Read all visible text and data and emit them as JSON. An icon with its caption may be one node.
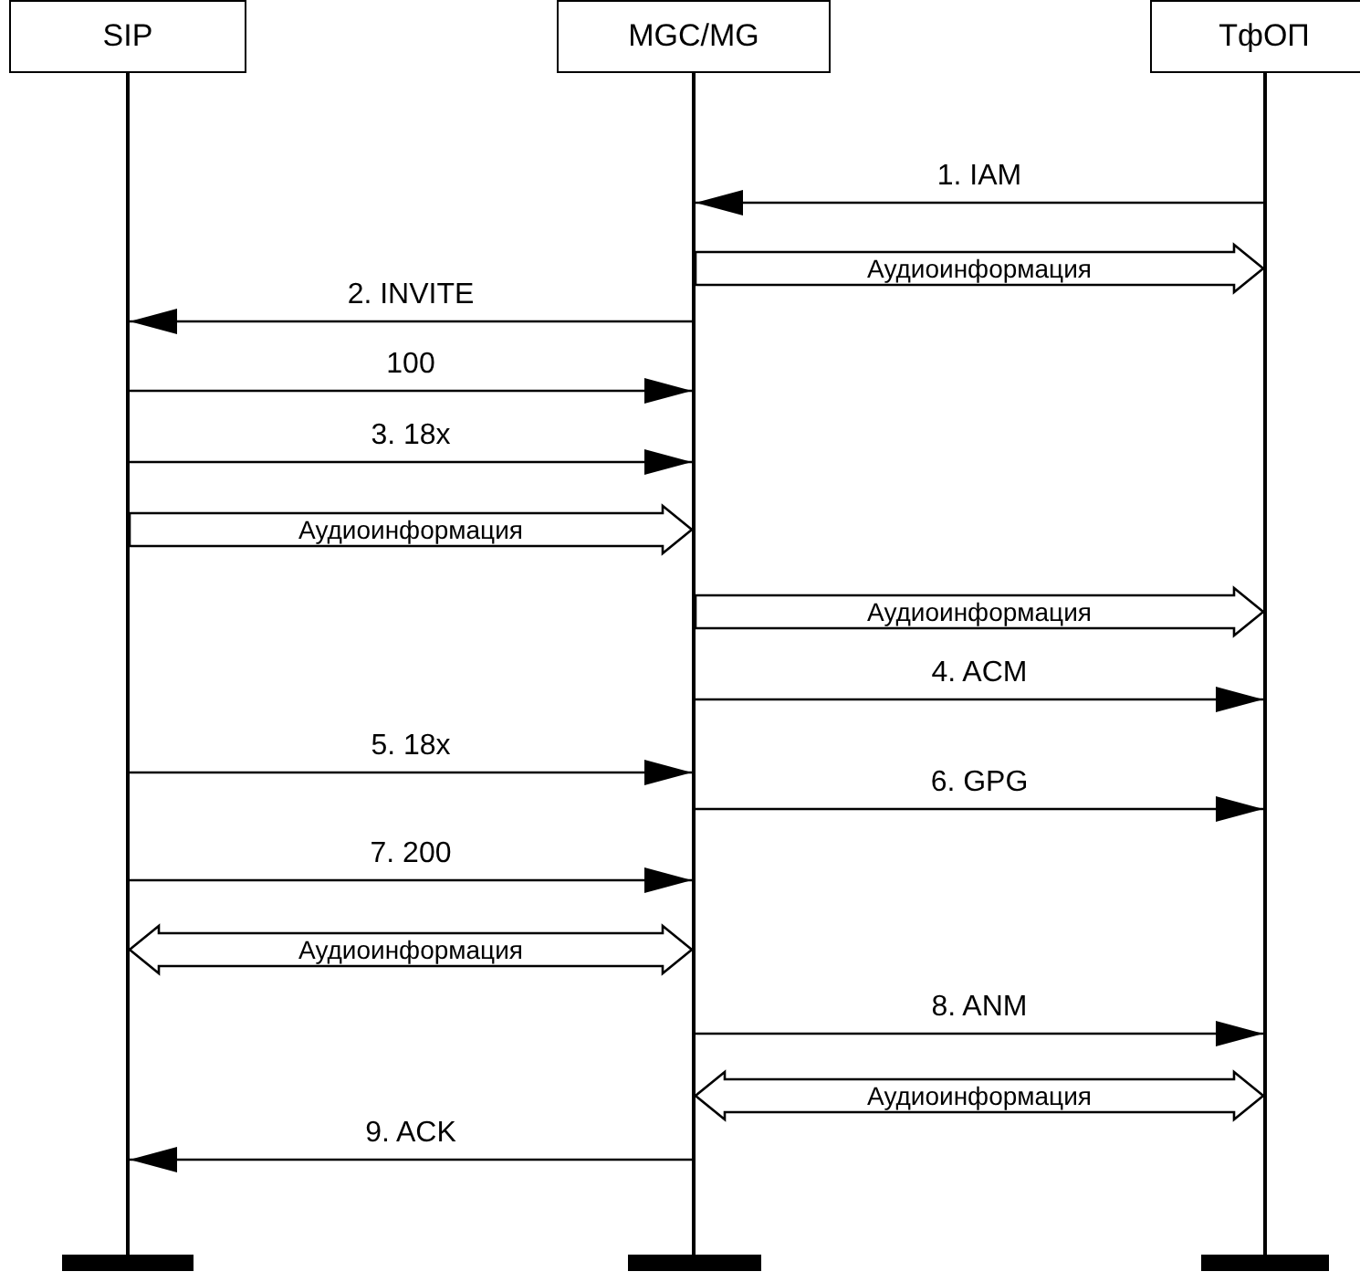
{
  "diagram": {
    "nodes": [
      {
        "text": [
          "SIP"
        ]
      },
      {
        "text": [
          "MGC/MG"
        ]
      },
      {
        "text": [
          "ТфОП"
        ]
      },
      {
        "text": [],
        "shape": "line"
      },
      {
        "text": [],
        "shape": "line"
      },
      {
        "text": [],
        "shape": "line"
      },
      {
        "text": [],
        "shape": "bar"
      },
      {
        "text": [],
        "shape": "bar"
      },
      {
        "text": [],
        "shape": "bar"
      }
    ],
    "edges": [
      {
        "from": 5,
        "to": 4,
        "arrow": "to",
        "label": "1. IAM"
      },
      {
        "from": 4,
        "to": 5,
        "arrow": "to",
        "label": "Аудиоинформация",
        "style": "thick"
      },
      {
        "from": 4,
        "to": 3,
        "arrow": "to",
        "label": "2. INVITE"
      },
      {
        "from": 3,
        "to": 4,
        "arrow": "to",
        "label": "100"
      },
      {
        "from": 3,
        "to": 4,
        "arrow": "to",
        "label": "3. 18x"
      },
      {
        "from": 3,
        "to": 4,
        "arrow": "to",
        "label": "Аудиоинформация",
        "style": "thick"
      },
      {
        "from": 4,
        "to": 5,
        "arrow": "to",
        "label": "Аудиоинформация",
        "style": "thick"
      },
      {
        "from": 4,
        "to": 5,
        "arrow": "to",
        "label": "4. ACM"
      },
      {
        "from": 3,
        "to": 4,
        "arrow": "to",
        "label": "5. 18x"
      },
      {
        "from": 4,
        "to": 5,
        "arrow": "to",
        "label": "6. GPG"
      },
      {
        "from": 3,
        "to": 4,
        "arrow": "to",
        "label": "7. 200"
      },
      {
        "from": 3,
        "to": 4,
        "arrow": "both",
        "label": "Аудиоинформация",
        "style": "thick"
      },
      {
        "from": 4,
        "to": 5,
        "arrow": "to",
        "label": "8. ANM"
      },
      {
        "from": 4,
        "to": 5,
        "arrow": "both",
        "label": "Аудиоинформация",
        "style": "thick"
      },
      {
        "from": 4,
        "to": 3,
        "arrow": "to",
        "label": "9. ACK"
      }
    ]
  }
}
